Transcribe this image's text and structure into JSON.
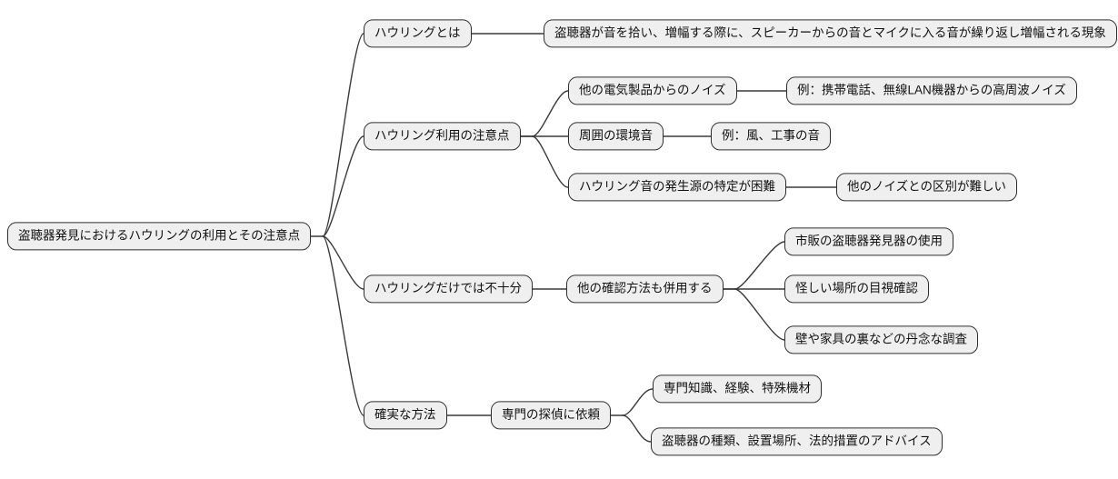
{
  "diagram": {
    "type": "mindmap",
    "style": {
      "background": "#ffffff",
      "node_fill": "#efefef",
      "node_border": "#2e2e2e",
      "line_color": "#3a3a3a",
      "text_color": "#111111"
    },
    "tree": {
      "id": "root",
      "label": "盗聴器発見におけるハウリングの利用とその注意点",
      "children": [
        {
          "id": "howling-definition",
          "label": "ハウリングとは",
          "children": [
            {
              "id": "howling-definition-detail",
              "label": "盗聴器が音を拾い、増幅する際に、スピーカーからの音とマイクに入る音が繰り返し増幅される現象"
            }
          ]
        },
        {
          "id": "usage-cautions",
          "label": "ハウリング利用の注意点",
          "children": [
            {
              "id": "electric-noise",
              "label": "他の電気製品からのノイズ",
              "children": [
                {
                  "id": "electric-noise-example",
                  "label": "例：携帯電話、無線LAN機器からの高周波ノイズ"
                }
              ]
            },
            {
              "id": "ambient-sound",
              "label": "周囲の環境音",
              "children": [
                {
                  "id": "ambient-sound-example",
                  "label": "例：風、工事の音"
                }
              ]
            },
            {
              "id": "source-identification",
              "label": "ハウリング音の発生源の特定が困難",
              "children": [
                {
                  "id": "source-identification-detail",
                  "label": "他のノイズとの区別が難しい"
                }
              ]
            }
          ]
        },
        {
          "id": "not-sufficient",
          "label": "ハウリングだけでは不十分",
          "children": [
            {
              "id": "combine-methods",
              "label": "他の確認方法も併用する",
              "children": [
                {
                  "id": "commercial-detector",
                  "label": "市販の盗聴器発見器の使用"
                },
                {
                  "id": "visual-check",
                  "label": "怪しい場所の目視確認"
                },
                {
                  "id": "thorough-search",
                  "label": "壁や家具の裏などの丹念な調査"
                }
              ]
            }
          ]
        },
        {
          "id": "reliable-method",
          "label": "確実な方法",
          "children": [
            {
              "id": "hire-detective",
              "label": "専門の探偵に依頼",
              "children": [
                {
                  "id": "detective-expertise",
                  "label": "専門知識、経験、特殊機材"
                },
                {
                  "id": "detective-advice",
                  "label": "盗聴器の種類、設置場所、法的措置のアドバイス"
                }
              ]
            }
          ]
        }
      ]
    }
  }
}
